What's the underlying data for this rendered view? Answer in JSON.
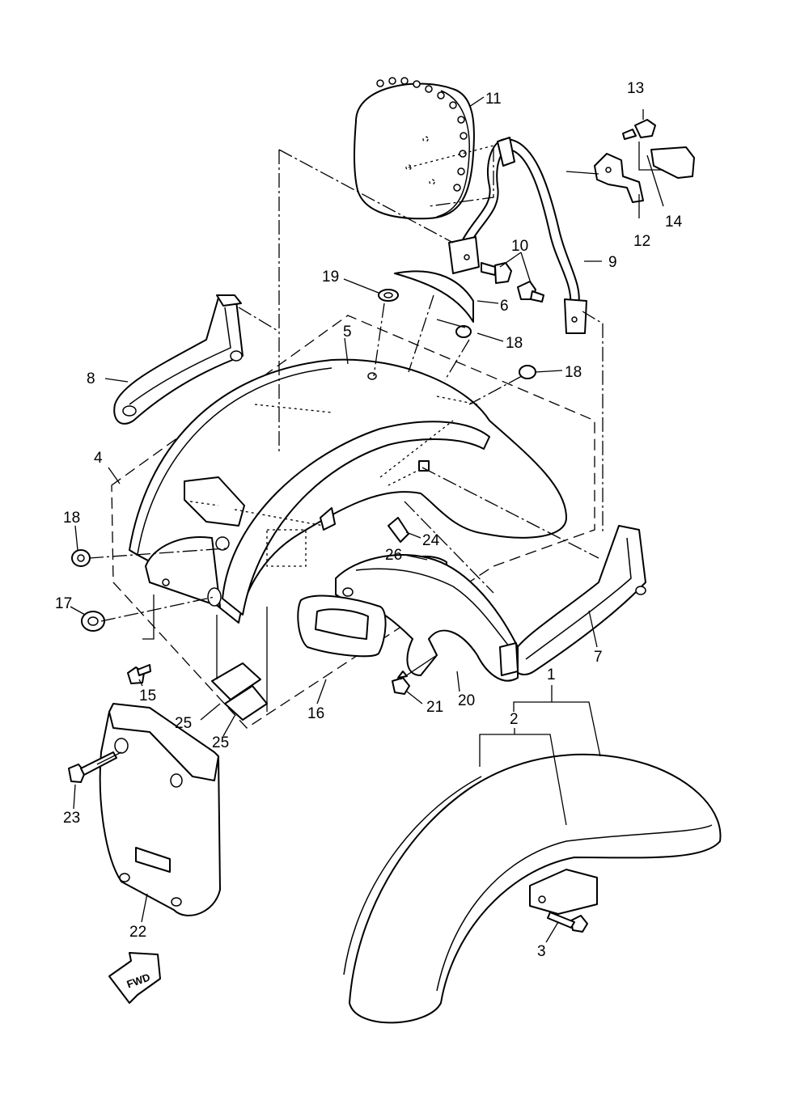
{
  "diagram": {
    "callouts": [
      {
        "id": "c1",
        "text": "1"
      },
      {
        "id": "c2",
        "text": "2"
      },
      {
        "id": "c3",
        "text": "3"
      },
      {
        "id": "c4",
        "text": "4"
      },
      {
        "id": "c5",
        "text": "5"
      },
      {
        "id": "c6",
        "text": "6"
      },
      {
        "id": "c7",
        "text": "7"
      },
      {
        "id": "c8",
        "text": "8"
      },
      {
        "id": "c9",
        "text": "9"
      },
      {
        "id": "c10",
        "text": "10"
      },
      {
        "id": "c11",
        "text": "11"
      },
      {
        "id": "c12",
        "text": "12"
      },
      {
        "id": "c13",
        "text": "13"
      },
      {
        "id": "c14",
        "text": "14"
      },
      {
        "id": "c15",
        "text": "15"
      },
      {
        "id": "c16",
        "text": "16"
      },
      {
        "id": "c17",
        "text": "17"
      },
      {
        "id": "c18a",
        "text": "18"
      },
      {
        "id": "c18b",
        "text": "18"
      },
      {
        "id": "c18c",
        "text": "18"
      },
      {
        "id": "c19",
        "text": "19"
      },
      {
        "id": "c20",
        "text": "20"
      },
      {
        "id": "c21",
        "text": "21"
      },
      {
        "id": "c22",
        "text": "22"
      },
      {
        "id": "c23",
        "text": "23"
      },
      {
        "id": "c24",
        "text": "24"
      },
      {
        "id": "c25a",
        "text": "25"
      },
      {
        "id": "c25b",
        "text": "25"
      },
      {
        "id": "c26",
        "text": "26"
      }
    ],
    "direction_arrow": {
      "label": "FWD"
    }
  }
}
